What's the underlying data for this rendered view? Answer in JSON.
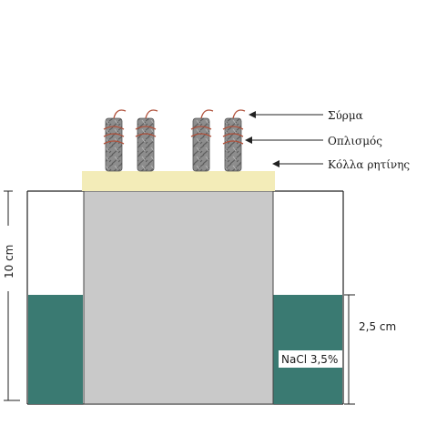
{
  "labels": {
    "wire": "Σύρμα",
    "reinforcement": "Οπλισμός",
    "resin": "Κόλλα ρητίνης",
    "height_total": "10 cm",
    "height_solution": "2,5 cm",
    "solution": "NaCl 3,5%"
  },
  "colors": {
    "specimen": "#c9c9c9",
    "solution": "#3a7a72",
    "resin": "#f3ecb8",
    "rebar": "#8a8a8a",
    "wire": "#b0503a",
    "line": "#222222"
  }
}
